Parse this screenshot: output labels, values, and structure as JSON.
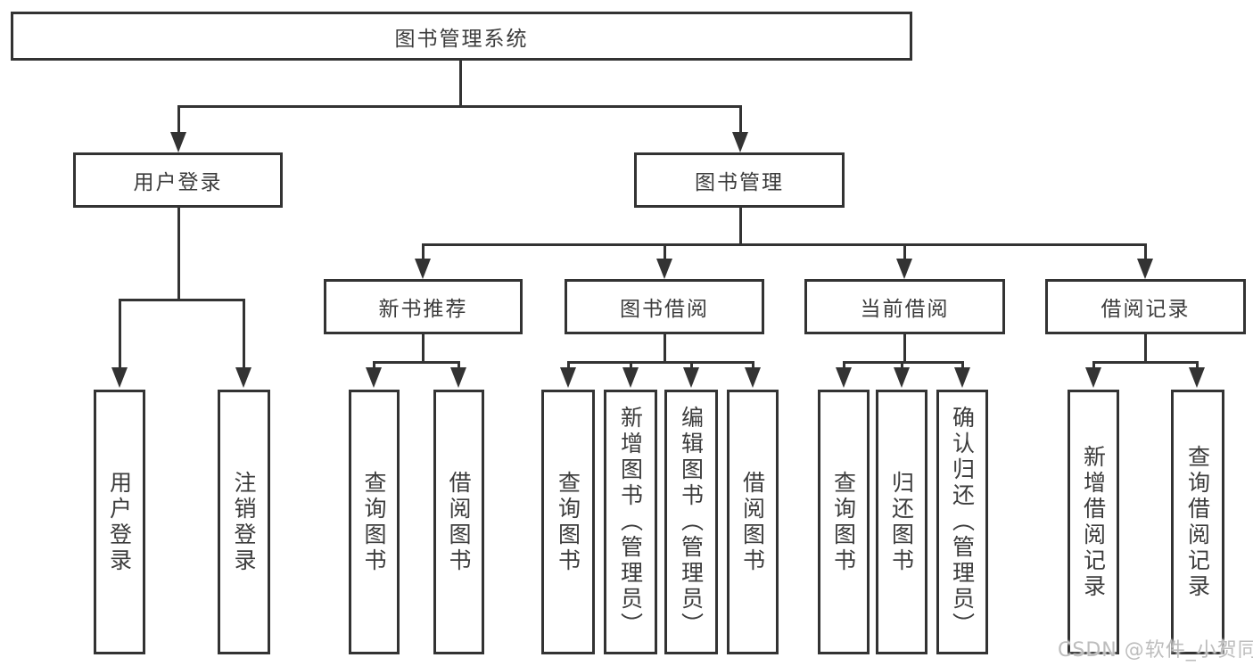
{
  "diagram": {
    "type": "tree",
    "colors": {
      "line": "#333333",
      "text": "#3c3c3c",
      "background": "#ffffff",
      "watermark": "#bdbdbd"
    },
    "tree": {
      "label": "图书管理系统",
      "children": [
        {
          "label": "用户登录",
          "children": [
            {
              "label": "用户登录"
            },
            {
              "label": "注销登录"
            }
          ]
        },
        {
          "label": "图书管理",
          "children": [
            {
              "label": "新书推荐",
              "children": [
                {
                  "label": "查询图书"
                },
                {
                  "label": "借阅图书"
                }
              ]
            },
            {
              "label": "图书借阅",
              "children": [
                {
                  "label": "查询图书"
                },
                {
                  "label": "新增图书（管理员）"
                },
                {
                  "label": "编辑图书（管理员）"
                },
                {
                  "label": "借阅图书"
                }
              ]
            },
            {
              "label": "当前借阅",
              "children": [
                {
                  "label": "查询图书"
                },
                {
                  "label": "归还图书"
                },
                {
                  "label": "确认归还（管理员）"
                }
              ]
            },
            {
              "label": "借阅记录",
              "children": [
                {
                  "label": "新增借阅记录"
                },
                {
                  "label": "查询借阅记录"
                }
              ]
            }
          ]
        }
      ]
    },
    "watermark": {
      "text": "CSDN @软件_小贺同学"
    }
  }
}
